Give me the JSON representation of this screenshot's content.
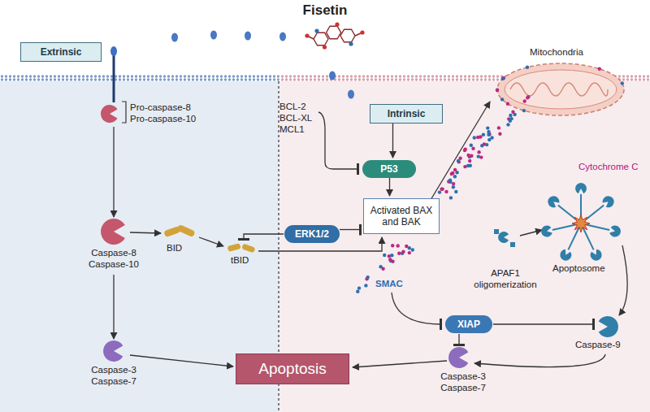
{
  "diagram": {
    "title": "Fisetin",
    "nodes": [
      {
        "text": [
          "Extrinsic"
        ]
      },
      {
        "text": [
          "Intrinsic"
        ]
      },
      {
        "text": [
          "P53"
        ]
      },
      {
        "text": [
          "ERK1/2"
        ]
      },
      {
        "text": [
          "Activated BAX and BAK"
        ]
      },
      {
        "text": [
          "XIAP"
        ]
      },
      {
        "text": [
          "Apoptosis"
        ]
      }
    ],
    "edges": [
      {
        "from": 1,
        "to": 2,
        "arrow": "to"
      },
      {
        "from": 2,
        "to": 4,
        "arrow": "to"
      },
      {
        "from": 3,
        "to": 4,
        "arrow": "to"
      }
    ],
    "labels": [
      "Pro-caspase-8 Pro-caspase-10",
      "BCL-2 BCL-XL MCL1",
      "Mitochondria",
      "Cytochrome C",
      "Caspase-8 Caspase-10",
      "BID",
      "tBID",
      "SMAC",
      "APAF1 oligomerization",
      "Apoptosome",
      "Caspase-9",
      "Caspase-3 Caspase-7",
      "Caspase-3 Caspase-7"
    ]
  }
}
